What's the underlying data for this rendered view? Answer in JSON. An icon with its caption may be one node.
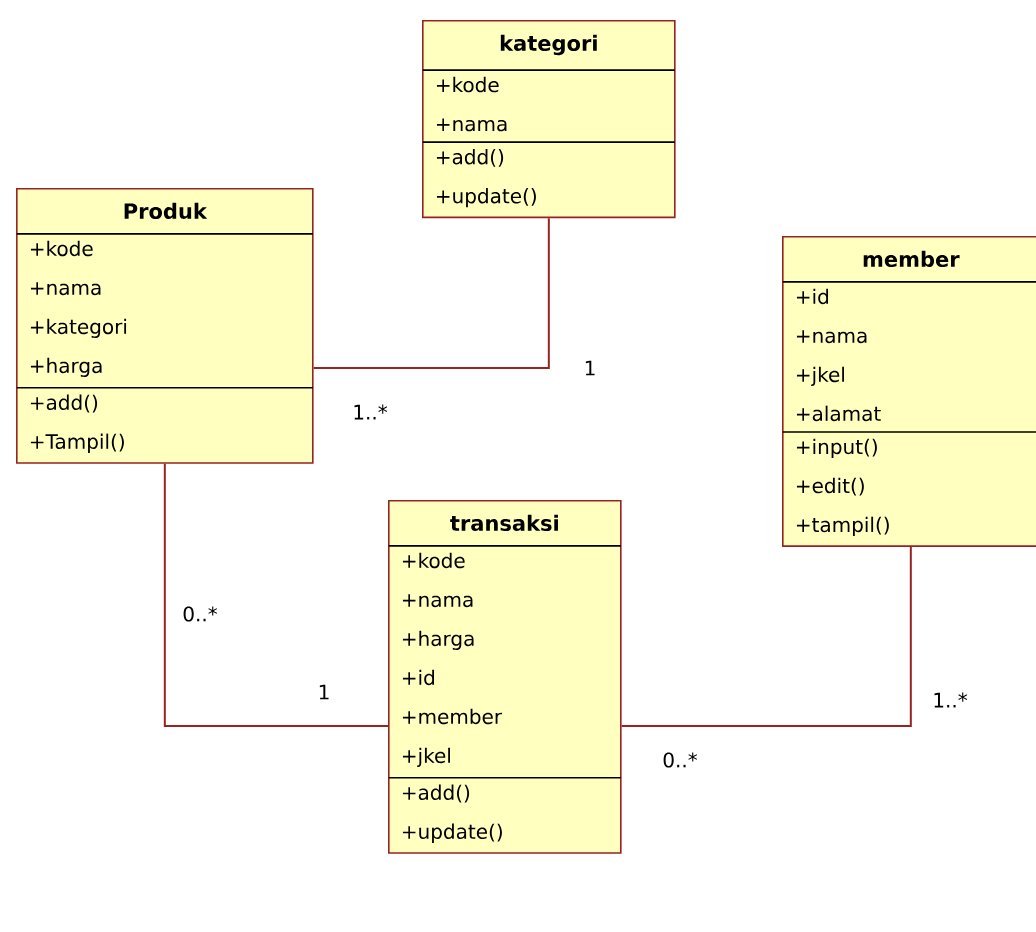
{
  "diagram": {
    "nodes": [
      {
        "text": [
          "kategori",
          "+kode +nama",
          "+add() +update()"
        ]
      },
      {
        "text": [
          "Produk",
          "+kode +nama +kategori +harga",
          "+add() +Tampil()"
        ]
      },
      {
        "text": [
          "member",
          "+id +nama +jkel +alamat",
          "+input() +edit() +tampil()"
        ]
      },
      {
        "text": [
          "transaksi",
          "+kode +nama +harga +id +member +jkel",
          "+add() +update()"
        ]
      }
    ],
    "edges": [
      {
        "from": 1,
        "to": 0,
        "arrow": "none"
      },
      {
        "from": 1,
        "to": 3,
        "arrow": "none"
      },
      {
        "from": 3,
        "to": 2,
        "arrow": "none"
      }
    ],
    "labels": [
      "1",
      "1..*",
      "0..*",
      "1",
      "1..*",
      "0..*"
    ]
  }
}
